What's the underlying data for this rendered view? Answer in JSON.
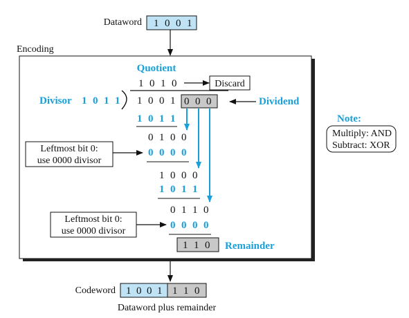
{
  "top": {
    "dataword_label": "Dataword",
    "dataword_bits": [
      "1",
      "0",
      "0",
      "1"
    ]
  },
  "encoding_label": "Encoding",
  "division": {
    "quotient_label": "Quotient",
    "quotient_bits": [
      "1",
      "0",
      "1",
      "0"
    ],
    "discard_label": "Discard",
    "divisor_label": "Divisor",
    "divisor_bits": [
      "1",
      "0",
      "1",
      "1"
    ],
    "dividend_bits": [
      "1",
      "0",
      "0",
      "1"
    ],
    "appended_bits": [
      "0",
      "0",
      "0"
    ],
    "dividend_label": "Dividend",
    "step1_result": [
      "0",
      "1",
      "0",
      "0"
    ],
    "step1_subtrahend": [
      "0",
      "0",
      "0",
      "0"
    ],
    "step2_result": [
      "1",
      "0",
      "0",
      "0"
    ],
    "step2_subtrahend": [
      "1",
      "0",
      "1",
      "1"
    ],
    "step3_result": [
      "0",
      "1",
      "1",
      "0"
    ],
    "step3_subtrahend": [
      "0",
      "0",
      "0",
      "0"
    ],
    "remainder_bits": [
      "1",
      "1",
      "0"
    ],
    "remainder_label": "Remainder",
    "callout1_line1": "Leftmost bit 0:",
    "callout1_line2": "use 0000 divisor",
    "callout2_line1": "Leftmost bit 0:",
    "callout2_line2": "use 0000 divisor"
  },
  "note": {
    "title": "Note:",
    "line1": "Multiply: AND",
    "line2": "Subtract: XOR"
  },
  "bottom": {
    "codeword_label": "Codeword",
    "codeword_data_bits": [
      "1",
      "0",
      "0",
      "1"
    ],
    "codeword_remainder_bits": [
      "1",
      "1",
      "0"
    ],
    "caption": "Dataword plus remainder"
  },
  "colors": {
    "accent_blue": "#1aa0d8",
    "light_blue_fill": "#bfe3f5",
    "gray_fill": "#c8c8c8"
  }
}
